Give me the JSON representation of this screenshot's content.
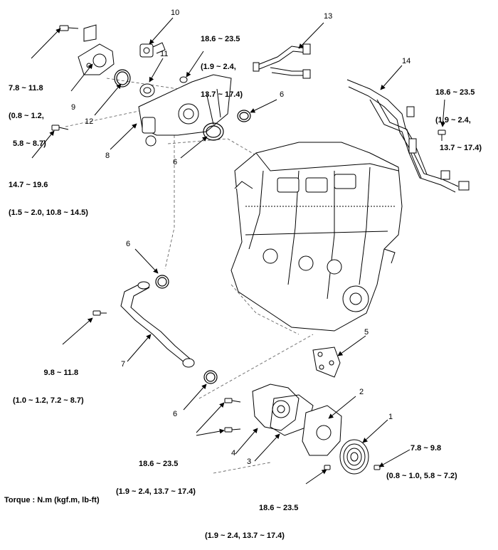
{
  "callouts": {
    "c1": "1",
    "c2": "2",
    "c3": "3",
    "c4": "4",
    "c5": "5",
    "c6a": "6",
    "c6b": "6",
    "c6c": "6",
    "c6d": "6",
    "c7": "7",
    "c8": "8",
    "c9": "9",
    "c10": "10",
    "c11": "11",
    "c12": "12",
    "c13": "13",
    "c14": "14"
  },
  "torque_specs": {
    "t_top_left": [
      "7.8 ~ 11.8",
      "(0.8 ~ 1.2,",
      "5.8 ~ 8.7)"
    ],
    "t_mid_left": [
      "14.7 ~ 19.6",
      "(1.5 ~ 2.0, 10.8 ~ 14.5)"
    ],
    "t_top_center": [
      "18.6 ~ 23.5",
      "(1.9 ~ 2.4,",
      "13.7 ~ 17.4)"
    ],
    "t_top_right": [
      "18.6 ~ 23.5",
      "(1.9 ~ 2.4,",
      "13.7 ~ 17.4)"
    ],
    "t_pipe": [
      "9.8 ~ 11.8",
      "(1.0 ~ 1.2, 7.2 ~ 8.7)"
    ],
    "t_pump": [
      "18.6 ~ 23.5",
      "(1.9 ~ 2.4, 13.7 ~ 17.4)"
    ],
    "t_pulley": [
      "7.8 ~ 9.8",
      "(0.8 ~ 1.0, 5.8 ~ 7.2)"
    ],
    "t_bottom": [
      "18.6 ~ 23.5",
      "(1.9 ~ 2.4, 13.7 ~ 17.4)"
    ]
  },
  "footer": "Torque : N.m (kgf.m, lb-ft)",
  "colors": {
    "line": "#000000",
    "dash": "#555555",
    "background": "#ffffff"
  }
}
